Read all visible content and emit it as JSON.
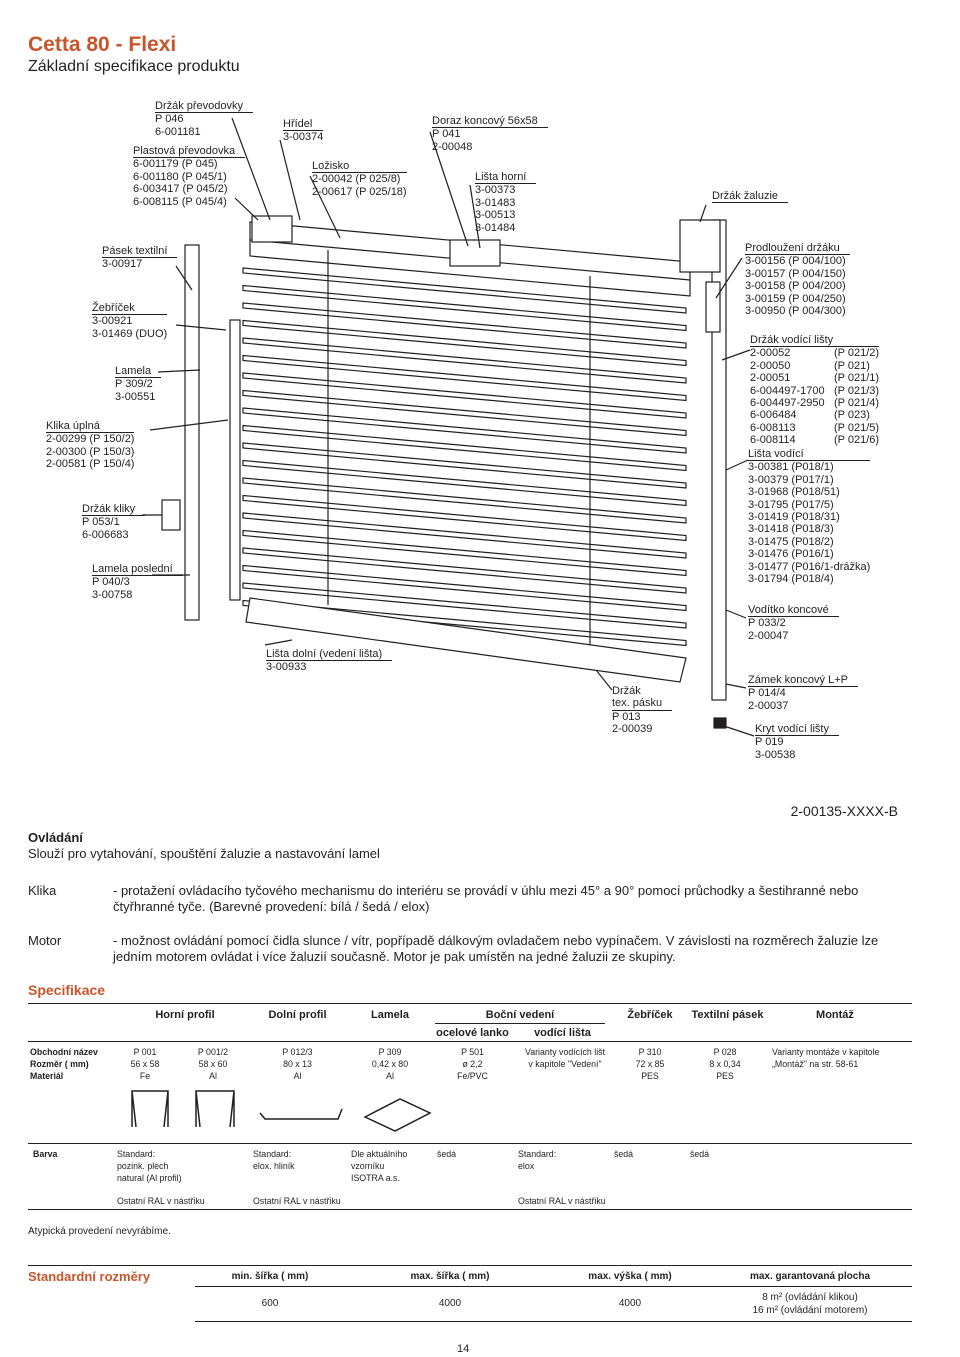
{
  "header": {
    "title": "Cetta 80 - Flexi",
    "subtitle": "Základní specifikace produktu"
  },
  "labels": {
    "drzak_prevodovky": [
      "Držák převodovky",
      "P 046",
      "6-001181"
    ],
    "plastova_prevodovka": [
      "Plastová převodovka",
      "6-001179 (P 045)",
      "6-001180 (P 045/1)",
      "6-003417 (P 045/2)",
      "6-008115 (P 045/4)"
    ],
    "hridel": [
      "Hřídel",
      "3-00374"
    ],
    "lozisko": [
      "Ložisko",
      "2-00042 (P 025/8)",
      "2-00617 (P 025/18)"
    ],
    "doraz": [
      "Doraz koncový 56x58",
      "P 041",
      "2-00048"
    ],
    "lista_horni": [
      "Lišta horní",
      "3-00373",
      "3-01483",
      "3-00513",
      "3-01484"
    ],
    "drzak_zaluzie": [
      "Držák žaluzie"
    ],
    "pasek": [
      "Pásek textilní",
      "3-00917"
    ],
    "zebricek": [
      "Žebříček",
      "3-00921",
      "3-01469 (DUO)"
    ],
    "lamela": [
      "Lamela",
      "P 309/2",
      "3-00551"
    ],
    "klika": [
      "Klika úplná",
      "2-00299 (P 150/2)",
      "2-00300 (P 150/3)",
      "2-00581 (P 150/4)"
    ],
    "drzak_kliky": [
      "Držák kliky",
      "P 053/1",
      "6-006683"
    ],
    "lamela_posledni": [
      "Lamela poslední",
      "P 040/3",
      "3-00758"
    ],
    "lista_dolni": [
      "Lišta dolní (vedení lišta)",
      "3-00933"
    ],
    "drzak_tex": [
      "Držák",
      "tex. pásku",
      "P 013",
      "2-00039"
    ],
    "prodlouzeni": [
      "Prodloužení držáku",
      "3-00156 (P 004/100)",
      "3-00157 (P 004/150)",
      "3-00158 (P 004/200)",
      "3-00159 (P 004/250)",
      "3-00950 (P 004/300)"
    ],
    "drzak_vodici": {
      "title": "Držák vodící lišty",
      "rows": [
        [
          "2-00052",
          "(P 021/2)"
        ],
        [
          "2-00050",
          "(P 021)"
        ],
        [
          "2-00051",
          "(P 021/1)"
        ],
        [
          "6-004497-1700",
          "(P 021/3)"
        ],
        [
          "6-004497-2950",
          "(P 021/4)"
        ],
        [
          "6-006484",
          "(P 023)"
        ],
        [
          "6-008113",
          "(P 021/5)"
        ],
        [
          "6-008114",
          "(P 021/6)"
        ]
      ]
    },
    "lista_vodici": [
      "Lišta vodící",
      "3-00381 (P018/1)",
      "3-00379 (P017/1)",
      "3-01968 (P018/51)",
      "3-01795 (P017/5)",
      "3-01419 (P018/31)",
      "3-01418 (P018/3)",
      "3-01475 (P018/2)",
      "3-01476 (P016/1)",
      "3-01477 (P016/1-drážka)",
      "3-01794 (P018/4)"
    ],
    "voditko": [
      "Vodítko koncové",
      "P 033/2",
      "2-00047"
    ],
    "zamek": [
      "Zámek koncový L+P",
      "P 014/4",
      "2-00037"
    ],
    "kryt": [
      "Kryt vodící lišty",
      "P 019",
      "3-00538"
    ]
  },
  "code": "2-00135-XXXX-B",
  "ovladani": {
    "title": "Ovládání",
    "text": "Slouží pro vytahování, spouštění žaluzie a nastavování lamel",
    "klika_key": "Klika",
    "klika_text": "- protažení ovládacího tyčového mechanismu do interiéru se provádí v úhlu mezi 45° a 90° pomocí průchodky a šestihranné nebo čtyřhranné tyče. (Barevné provedení: bílá / šedá / elox)",
    "motor_key": "Motor",
    "motor_text": "- možnost ovládání pomocí čidla slunce / vítr, popřípadě dálkovým ovladačem nebo vypínačem. V závislosti na rozměrech žaluzie lze jedním motorem ovládat i více žaluzií současně. Motor je pak umístěn na jedné žaluzii ze skupiny."
  },
  "spec": {
    "title": "Specifikace",
    "headers": {
      "horni": "Horní profil",
      "dolni": "Dolní profil",
      "lamela": "Lamela",
      "bocni": "Boční vedení",
      "ocelove": "ocelové lanko",
      "vodici": "vodící lišta",
      "zebricek": "Žebříček",
      "pasek": "Textilní pásek",
      "montaz": "Montáž"
    },
    "row_labels": [
      "Obchodní název",
      "Rozměr ( mm)",
      "Materiál"
    ],
    "cols": {
      "horni1": [
        "P 001",
        "56 x 58",
        "Fe"
      ],
      "horni2": [
        "P 001/2",
        "58 x 60",
        "Al"
      ],
      "dolni": [
        "P 012/3",
        "80 x 13",
        "Al"
      ],
      "lamela": [
        "P 309",
        "0,42 x 80",
        "Al"
      ],
      "ocelove": [
        "P 501",
        "ø 2,2",
        "Fe/PVC"
      ],
      "vodici": [
        "Varianty vodících lišt",
        "v kapitole \"Vedení\""
      ],
      "zebricek": [
        "P 310",
        "72 x 85",
        "PES"
      ],
      "pasek": [
        "P 028",
        "8 x 0,34",
        "PES"
      ],
      "montaz": [
        "Varianty montáže v kapitole",
        "„Montáž\" na str. 58-61"
      ]
    },
    "barva_label": "Barva",
    "barva": {
      "horni": [
        "Standard:",
        "pozink. plech",
        "natural (Al profil)"
      ],
      "horni_other": "Ostatní RAL v nástřiku",
      "dolni": [
        "Standard:",
        "elox. hliník"
      ],
      "dolni_other": "Ostatní RAL v nástřiku",
      "lamela": [
        "Dle aktuálního",
        "vzorníku",
        "ISOTRA a.s."
      ],
      "ocelove": "šedá",
      "vodici": [
        "Standard:",
        "elox"
      ],
      "vodici_other": "Ostatní RAL v nástřiku",
      "zebricek": "šedá",
      "pasek": "šedá"
    }
  },
  "note": "Atypická provedení nevyrábíme.",
  "standard": {
    "title": "Standardní rozměry",
    "headers": [
      "min. šířka ( mm)",
      "max. šířka ( mm)",
      "max. výška ( mm)",
      "max. garantovaná plocha"
    ],
    "values": [
      "600",
      "4000",
      "4000"
    ],
    "area1": "8 m² (ovládání klikou)",
    "area2": "16 m² (ovládání motorem)"
  },
  "page_number": "14"
}
